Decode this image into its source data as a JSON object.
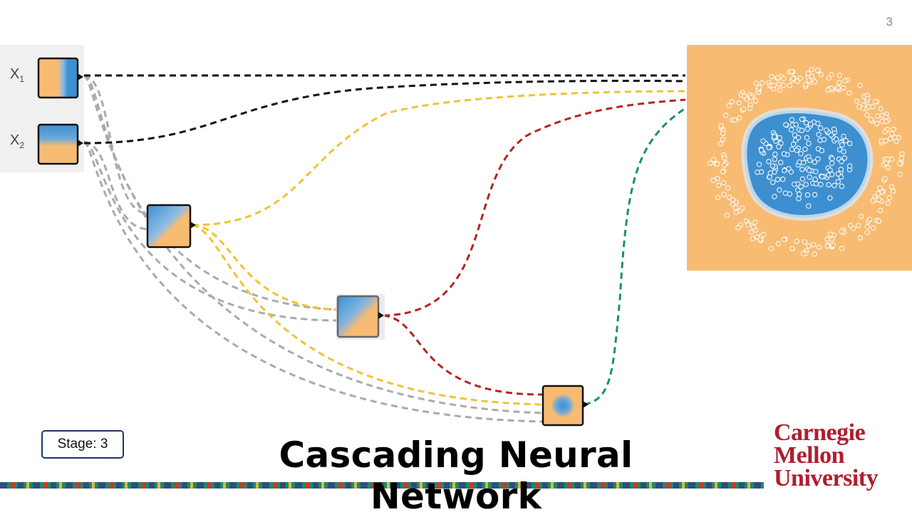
{
  "slide": {
    "page_number": "3",
    "title": "Cascading Neural Network",
    "stage_label": "Stage: 3"
  },
  "inputs": [
    {
      "base": "X",
      "sub": "1"
    },
    {
      "base": "X",
      "sub": "2"
    }
  ],
  "logo": {
    "line1": "Carnegie",
    "line2": "Mellon",
    "line3": "University"
  },
  "colors": {
    "orange": "#f8bb72",
    "blue": "#3d8fd0",
    "input_edge": "#aaaaaa",
    "output_edge_black": "#111111",
    "hidden1_edge": "#f2c233",
    "hidden2_edge": "#b3261e",
    "hidden3_edge": "#1a9367",
    "cmu_red": "#b01c2e",
    "stage_border": "#1f3563"
  }
}
